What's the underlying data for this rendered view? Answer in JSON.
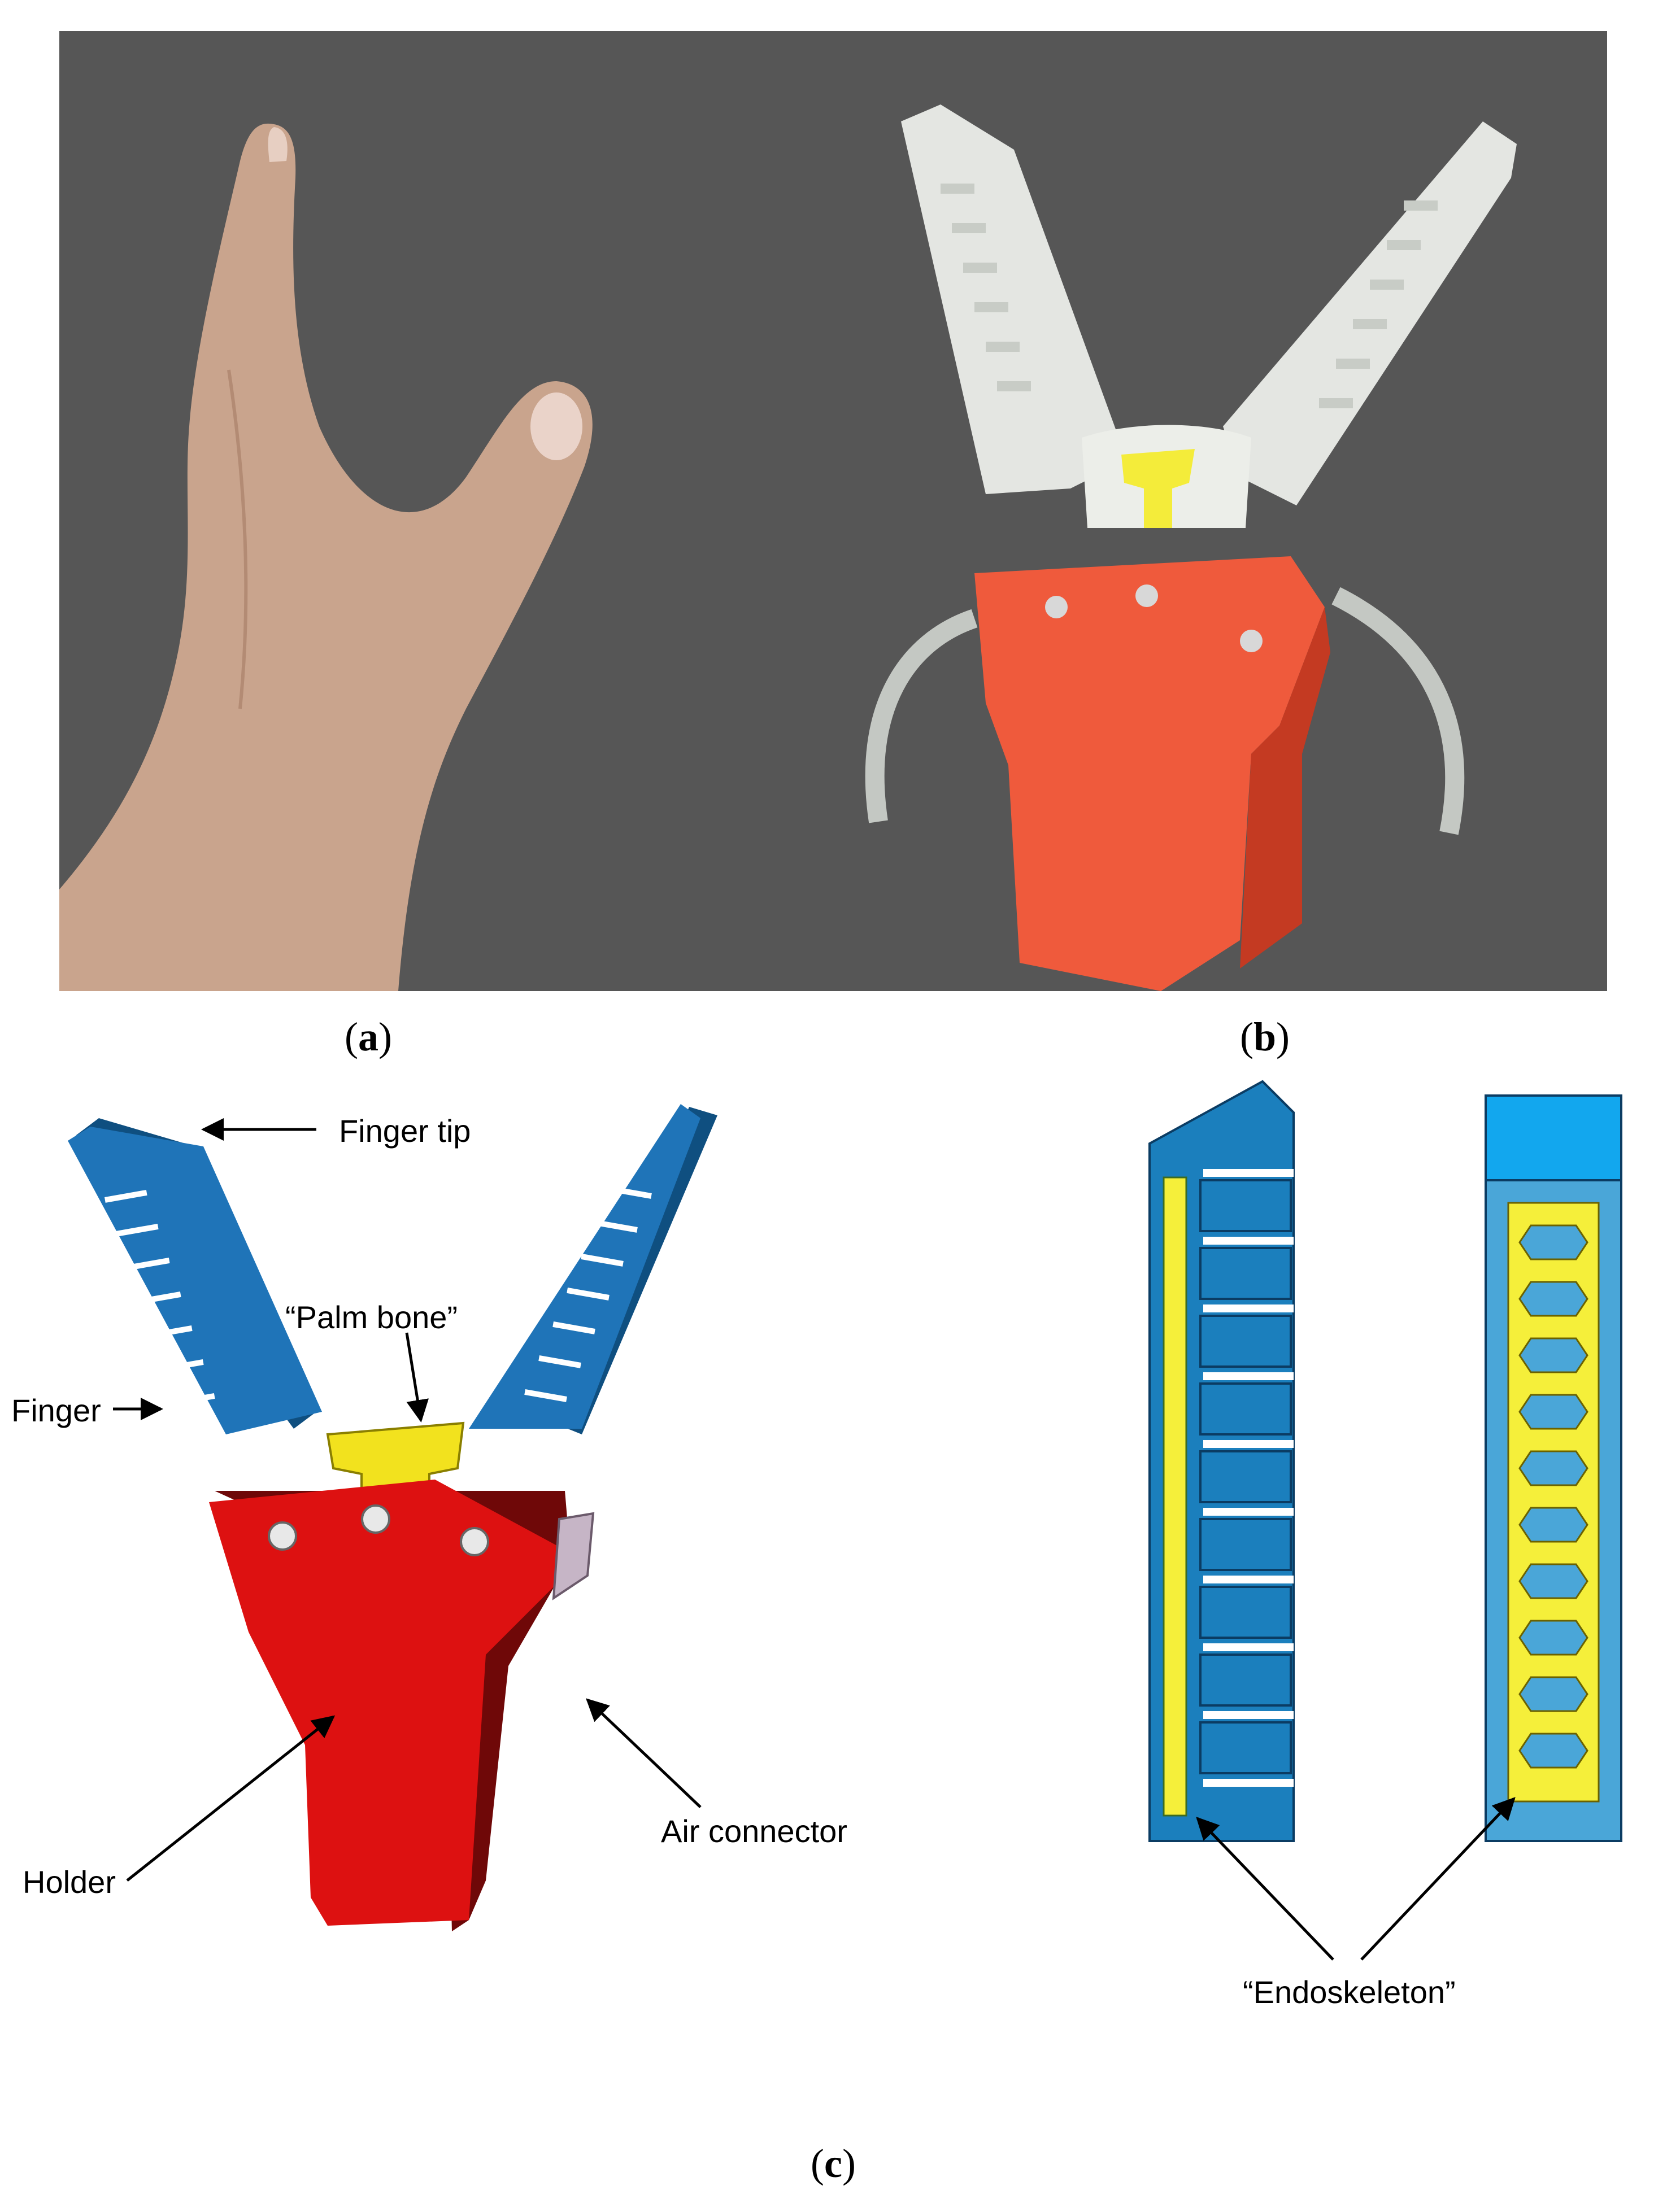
{
  "panels": [
    {
      "id": "a",
      "label_open": "(",
      "label_letter": "a",
      "label_close": ")"
    },
    {
      "id": "b",
      "label_open": "(",
      "label_letter": "b",
      "label_close": ")"
    },
    {
      "id": "c",
      "label_open": "(",
      "label_letter": "c",
      "label_close": ")"
    }
  ],
  "callouts": {
    "finger_tip": "Finger tip",
    "palm_bone": "“Palm bone”",
    "finger": "Finger",
    "air_connector": "Air connector",
    "holder": "Holder",
    "endoskeleton": "“Endoskeleton”"
  },
  "colors": {
    "photo_background": "#555555",
    "finger_blue": "#1f74b8",
    "finger_blue_dark": "#11507f",
    "holder_red": "#dd1111",
    "holder_red_dark": "#7a0a0a",
    "palm_yellow": "#f2e21e",
    "endoskeleton_yellow": "#f5ef3a",
    "silicone_white": "#e8ebe6",
    "printed_orange": "#ef5a3c"
  }
}
